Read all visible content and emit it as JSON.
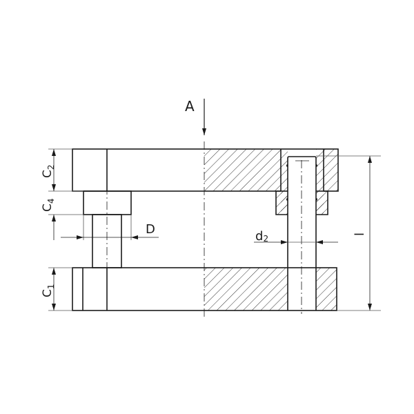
{
  "drawing": {
    "view_label": "A",
    "dimensions": {
      "c2": {
        "main": "C",
        "sub": "2"
      },
      "c4": {
        "main": "C",
        "sub": "4"
      },
      "c1": {
        "main": "C",
        "sub": "1"
      },
      "d": "D",
      "d2": {
        "main": "d",
        "sub": "2"
      },
      "l": "l"
    },
    "colors": {
      "line": "#1a1a1a",
      "thin": "#555555"
    }
  }
}
